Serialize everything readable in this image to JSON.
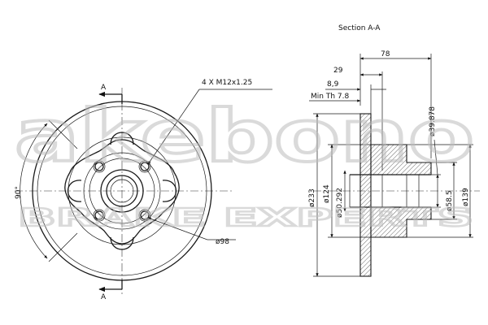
{
  "section_title": "Section A-A",
  "section_marker": "A",
  "thread_callout": "4 X M12x1.25",
  "angle_label": "90°",
  "bolt_circle_label": "ø98",
  "dimensions": {
    "width_78": "78",
    "width_29": "29",
    "width_8_9": "8,9",
    "min_thickness": "Min Th  7.8",
    "dia_233": "ø233",
    "dia_124": "ø124",
    "dia_50_292": "ø50.292",
    "dia_39_878": "ø39.878",
    "dia_58_5": "ø58.5",
    "dia_139": "ø139"
  },
  "watermark": {
    "brand": "akebono",
    "tagline": "BRAKE EXPERTS"
  }
}
